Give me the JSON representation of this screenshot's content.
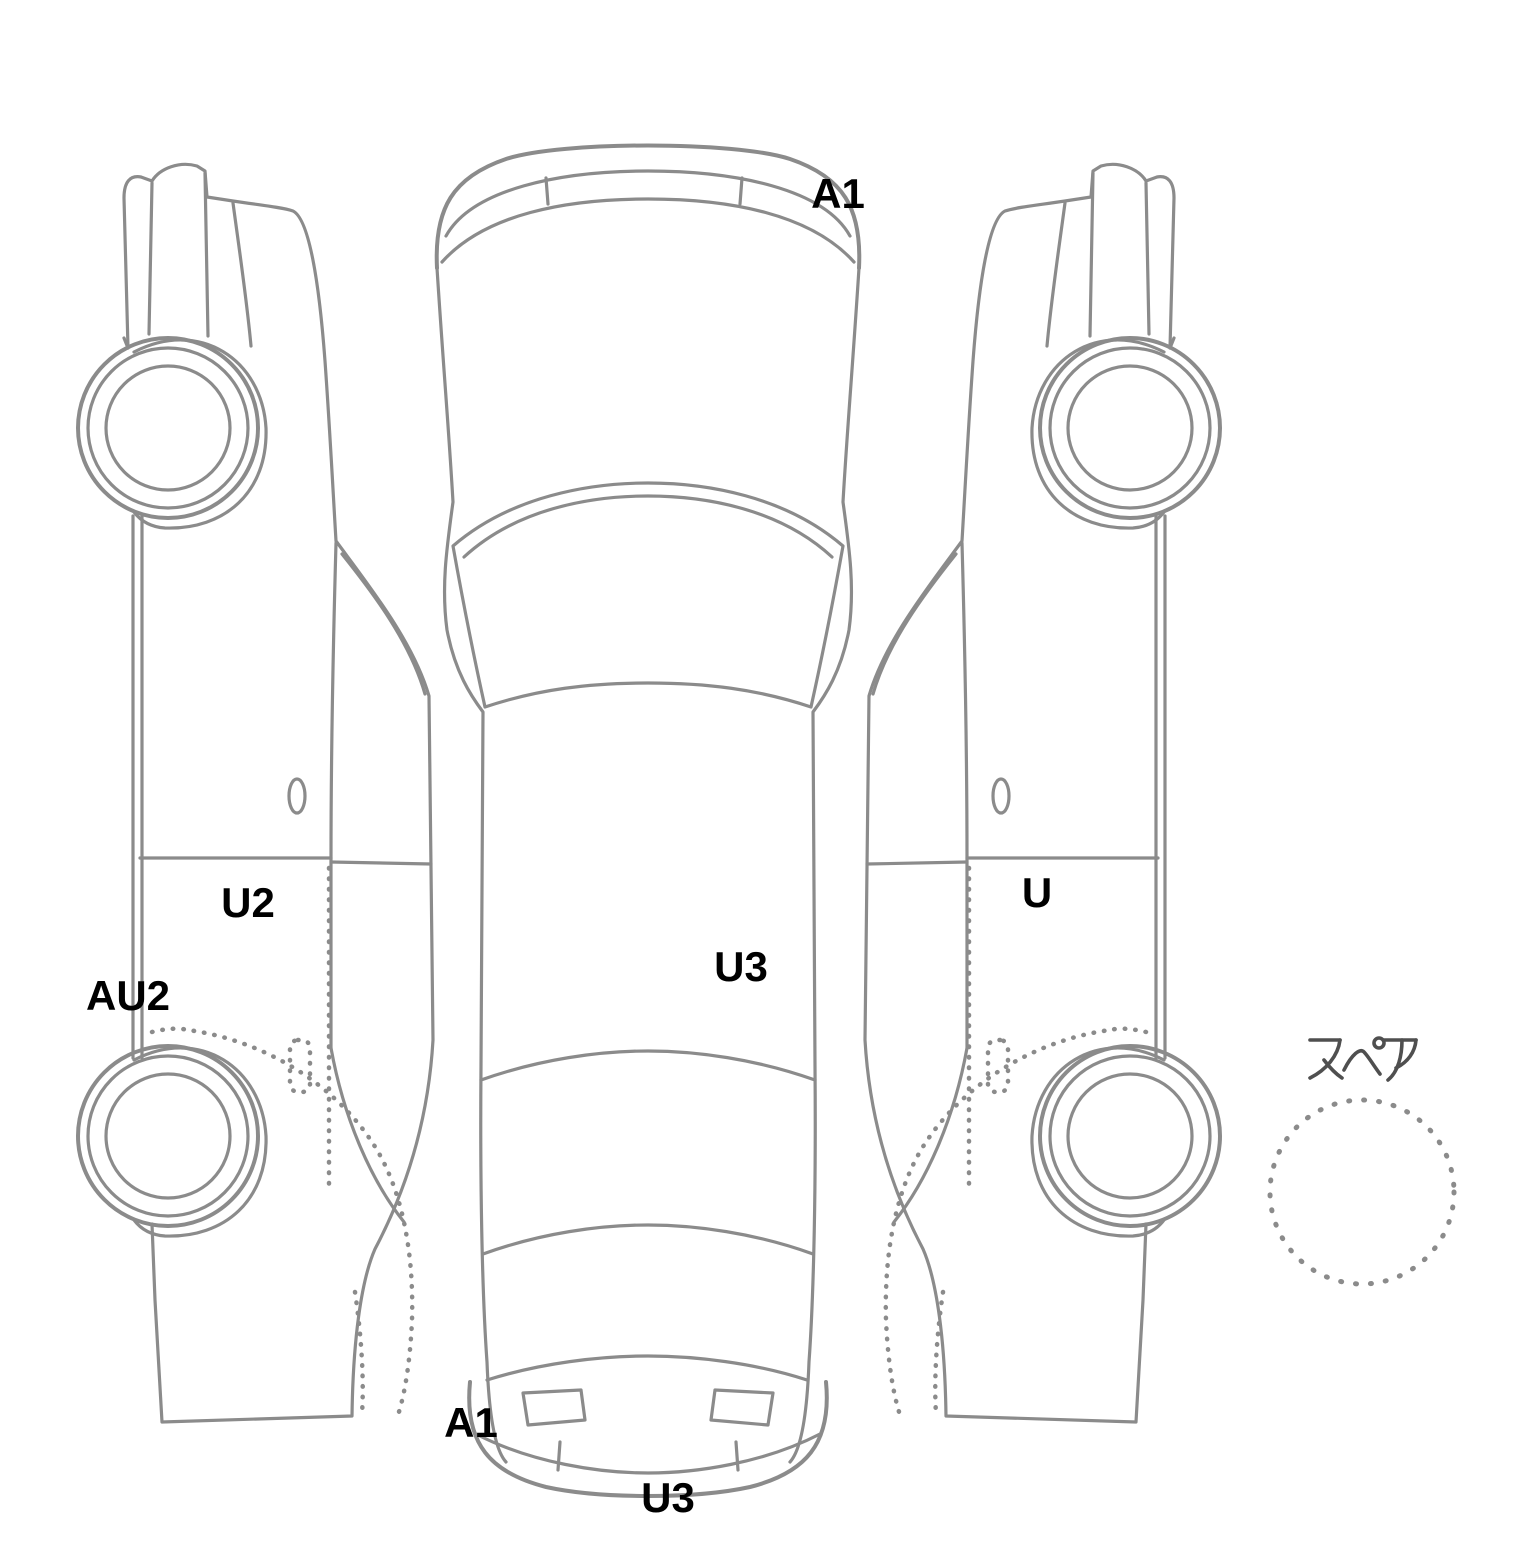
{
  "page": {
    "background": "#ffffff"
  },
  "diagram": {
    "type": "vehicle-inspection-damage-map",
    "views": {
      "center": "top-view",
      "left": "left-side-view",
      "right": "right-side-view",
      "bottom_right": "spare-tire"
    },
    "damage_labels": [
      {
        "code": "A1",
        "location": "top-view-front-right-bumper"
      },
      {
        "code": "U2",
        "location": "left-side-front-door"
      },
      {
        "code": "AU2",
        "location": "left-side-rear-quarter-sill"
      },
      {
        "code": "U3",
        "location": "top-view-roof-center"
      },
      {
        "code": "U",
        "location": "right-side-front-door"
      },
      {
        "code": "A1",
        "location": "top-view-rear-left-corner"
      },
      {
        "code": "U3",
        "location": "top-view-rear-bumper"
      }
    ],
    "spare_label": "スペア",
    "colors": {
      "line_color": "#8b8b8b",
      "label_color": "#000000",
      "spare_text_color": "#4f4f4f"
    }
  }
}
